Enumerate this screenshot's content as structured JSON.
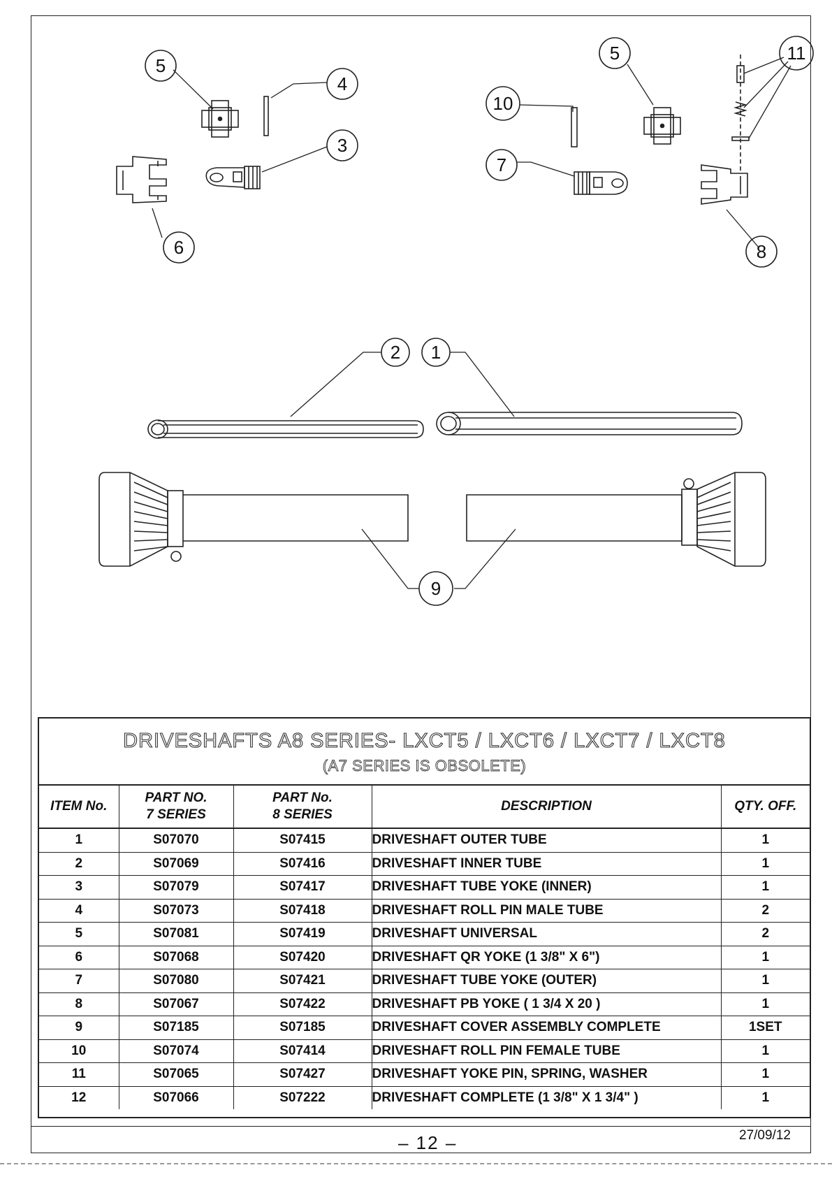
{
  "diagram": {
    "callouts": [
      "1",
      "2",
      "3",
      "4",
      "5",
      "5",
      "6",
      "7",
      "8",
      "9",
      "10",
      "11"
    ]
  },
  "table": {
    "title": "DRIVESHAFTS  A8 SERIES- LXCT5 / LXCT6 / LXCT7 / LXCT8",
    "subtitle": "(A7 SERIES IS OBSOLETE)",
    "headers": {
      "item": "ITEM No.",
      "part7_line1": "PART NO.",
      "part7_line2": "7 SERIES",
      "part8_line1": "PART No.",
      "part8_line2": "8 SERIES",
      "description": "DESCRIPTION",
      "qty": "QTY. OFF."
    },
    "rows": [
      {
        "item": "1",
        "p7": "S07070",
        "p8": "S07415",
        "desc": "DRIVESHAFT OUTER TUBE",
        "qty": "1"
      },
      {
        "item": "2",
        "p7": "S07069",
        "p8": "S07416",
        "desc": "DRIVESHAFT INNER TUBE",
        "qty": "1"
      },
      {
        "item": "3",
        "p7": "S07079",
        "p8": "S07417",
        "desc": "DRIVESHAFT TUBE YOKE (INNER)",
        "qty": "1"
      },
      {
        "item": "4",
        "p7": "S07073",
        "p8": "S07418",
        "desc": "DRIVESHAFT ROLL PIN MALE TUBE",
        "qty": "2"
      },
      {
        "item": "5",
        "p7": "S07081",
        "p8": "S07419",
        "desc": "DRIVESHAFT UNIVERSAL",
        "qty": "2"
      },
      {
        "item": "6",
        "p7": "S07068",
        "p8": "S07420",
        "desc": "DRIVESHAFT QR YOKE (1 3/8\" X 6\")",
        "qty": "1"
      },
      {
        "item": "7",
        "p7": "S07080",
        "p8": "S07421",
        "desc": "DRIVESHAFT TUBE YOKE (OUTER)",
        "qty": "1"
      },
      {
        "item": "8",
        "p7": "S07067",
        "p8": "S07422",
        "desc": "DRIVESHAFT PB YOKE ( 1 3/4 X 20 )",
        "qty": "1"
      },
      {
        "item": "9",
        "p7": "S07185",
        "p8": "S07185",
        "desc": "DRIVESHAFT COVER ASSEMBLY COMPLETE",
        "qty": "1SET"
      },
      {
        "item": "10",
        "p7": "S07074",
        "p8": "S07414",
        "desc": "DRIVESHAFT ROLL PIN FEMALE TUBE",
        "qty": "1"
      },
      {
        "item": "11",
        "p7": "S07065",
        "p8": "S07427",
        "desc": "DRIVESHAFT YOKE PIN, SPRING, WASHER",
        "qty": "1"
      },
      {
        "item": "12",
        "p7": "S07066",
        "p8": "S07222",
        "desc": "DRIVESHAFT COMPLETE (1 3/8\" X 1 3/4\" )",
        "qty": "1"
      }
    ]
  },
  "footer": {
    "page_number": "– 12 –",
    "date": "27/09/12"
  }
}
